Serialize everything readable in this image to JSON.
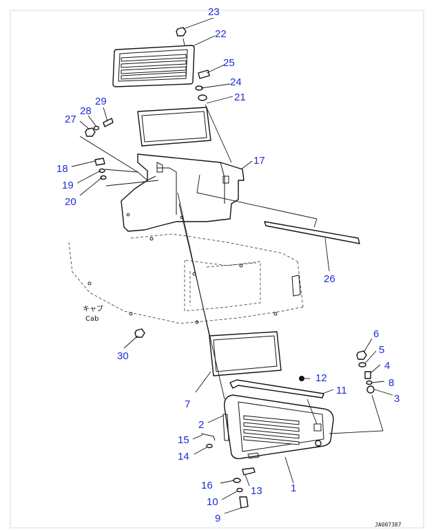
{
  "callouts": {
    "c1": "1",
    "c2": "2",
    "c3": "3",
    "c4": "4",
    "c5": "5",
    "c6": "6",
    "c7": "7",
    "c8": "8",
    "c9": "9",
    "c10": "10",
    "c11": "11",
    "c12": "12",
    "c13": "13",
    "c14": "14",
    "c15": "15",
    "c16": "16",
    "c17": "17",
    "c18": "18",
    "c19": "19",
    "c20": "20",
    "c21": "21",
    "c22": "22",
    "c23": "23",
    "c24": "24",
    "c25": "25",
    "c26": "26",
    "c27": "27",
    "c28": "28",
    "c29": "29",
    "c30": "30"
  },
  "cab_label_jp": "キャブ",
  "cab_label_en": "Cab",
  "reference_code": "JA007387",
  "colors": {
    "callout": "#1c2bd9",
    "line": "#111111",
    "frame": "#d9d9d9"
  }
}
